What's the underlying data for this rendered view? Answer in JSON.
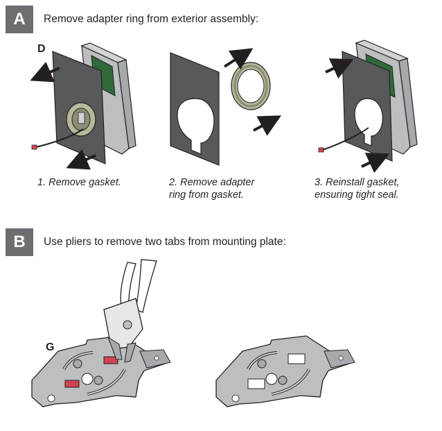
{
  "section_a": {
    "badge": "A",
    "title": "Remove adapter ring from exterior assembly:",
    "callout": "D",
    "steps": [
      {
        "caption_line1": "1. Remove gasket.",
        "caption_line2": ""
      },
      {
        "caption_line1": "2. Remove adapter",
        "caption_line2": "ring from gasket."
      },
      {
        "caption_line1": "3. Reinstall gasket,",
        "caption_line2": "ensuring tight seal."
      }
    ]
  },
  "section_b": {
    "badge": "B",
    "title": "Use pliers to remove two tabs from mounting plate:",
    "callout": "G"
  },
  "colors": {
    "badge_bg": "#6d6e71",
    "gasket": "#58595b",
    "housing": "#bcbec0",
    "pcb_green": "#2f6b3a",
    "adapter_ring": "#b7b79a",
    "tab_red": "#d2444f",
    "arrow": "#231f20"
  }
}
